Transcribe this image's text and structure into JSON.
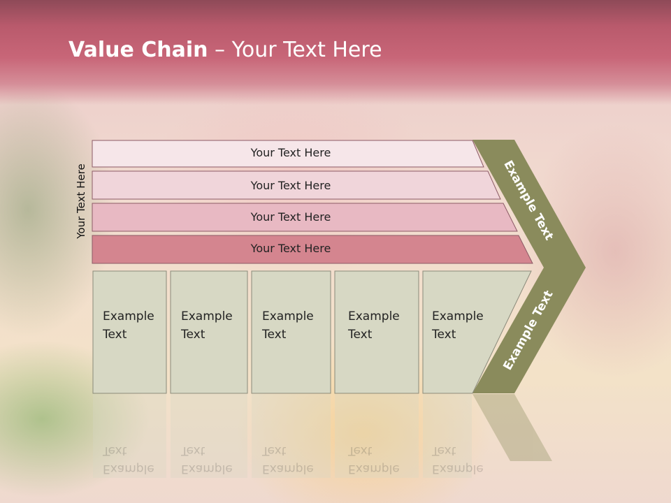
{
  "slide": {
    "title_bold": "Value Chain",
    "title_rest": " – Your Text Here",
    "vertical_label": "Your Text Here",
    "rows": [
      {
        "label": "Your Text Here",
        "color": "#f6e6e9"
      },
      {
        "label": "Your Text Here",
        "color": "#f0d5da"
      },
      {
        "label": "Your Text Here",
        "color": "#e8b9c3"
      },
      {
        "label": "Your Text Here",
        "color": "#d4858f"
      }
    ],
    "cells": [
      {
        "line1": "Example",
        "line2": "Text"
      },
      {
        "line1": "Example",
        "line2": "Text"
      },
      {
        "line1": "Example",
        "line2": "Text"
      },
      {
        "line1": "Example",
        "line2": "Text"
      },
      {
        "line1": "Example",
        "line2": "Text"
      }
    ],
    "chevron_upper": "Example Text",
    "chevron_lower": "Example Text",
    "chevron_color": "#8a8b5c",
    "cell_color": "#d7d8c4"
  }
}
